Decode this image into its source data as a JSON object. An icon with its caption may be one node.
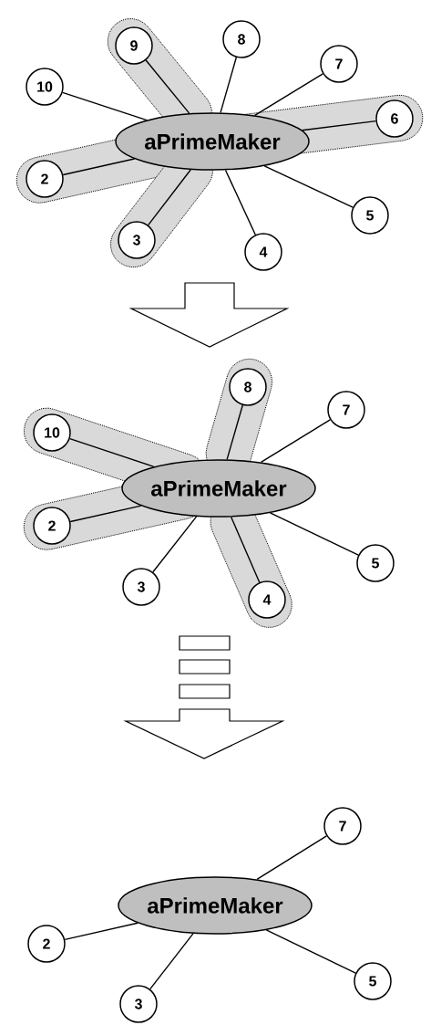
{
  "diagram": {
    "nodes": [
      {
        "text": [
          "aPrimeMaker"
        ]
      },
      {
        "text": [
          "2"
        ]
      },
      {
        "text": [
          "3"
        ]
      },
      {
        "text": [
          "4"
        ]
      },
      {
        "text": [
          "5"
        ]
      },
      {
        "text": [
          "6"
        ]
      },
      {
        "text": [
          "7"
        ]
      },
      {
        "text": [
          "8"
        ]
      },
      {
        "text": [
          "9"
        ]
      },
      {
        "text": [
          "10"
        ]
      },
      {
        "text": [
          "aPrimeMaker"
        ]
      },
      {
        "text": [
          "2"
        ]
      },
      {
        "text": [
          "3"
        ]
      },
      {
        "text": [
          "4"
        ]
      },
      {
        "text": [
          "5"
        ]
      },
      {
        "text": [
          "7"
        ]
      },
      {
        "text": [
          "8"
        ]
      },
      {
        "text": [
          "10"
        ]
      },
      {
        "text": [
          "aPrimeMaker"
        ]
      },
      {
        "text": [
          "2"
        ]
      },
      {
        "text": [
          "3"
        ]
      },
      {
        "text": [
          "5"
        ]
      },
      {
        "text": [
          "7"
        ]
      }
    ],
    "edges": [
      {
        "from": 0,
        "to": 1,
        "arrow": "none"
      },
      {
        "from": 0,
        "to": 2,
        "arrow": "none"
      },
      {
        "from": 0,
        "to": 3,
        "arrow": "none"
      },
      {
        "from": 0,
        "to": 4,
        "arrow": "none"
      },
      {
        "from": 0,
        "to": 5,
        "arrow": "none"
      },
      {
        "from": 0,
        "to": 6,
        "arrow": "none"
      },
      {
        "from": 0,
        "to": 7,
        "arrow": "none"
      },
      {
        "from": 0,
        "to": 8,
        "arrow": "none"
      },
      {
        "from": 0,
        "to": 9,
        "arrow": "none"
      },
      {
        "from": 10,
        "to": 11,
        "arrow": "none"
      },
      {
        "from": 10,
        "to": 12,
        "arrow": "none"
      },
      {
        "from": 10,
        "to": 13,
        "arrow": "none"
      },
      {
        "from": 10,
        "to": 14,
        "arrow": "none"
      },
      {
        "from": 10,
        "to": 15,
        "arrow": "none"
      },
      {
        "from": 10,
        "to": 16,
        "arrow": "none"
      },
      {
        "from": 10,
        "to": 17,
        "arrow": "none"
      },
      {
        "from": 18,
        "to": 19,
        "arrow": "none"
      },
      {
        "from": 18,
        "to": 20,
        "arrow": "none"
      },
      {
        "from": 18,
        "to": 21,
        "arrow": "none"
      },
      {
        "from": 18,
        "to": 22,
        "arrow": "none"
      }
    ]
  }
}
